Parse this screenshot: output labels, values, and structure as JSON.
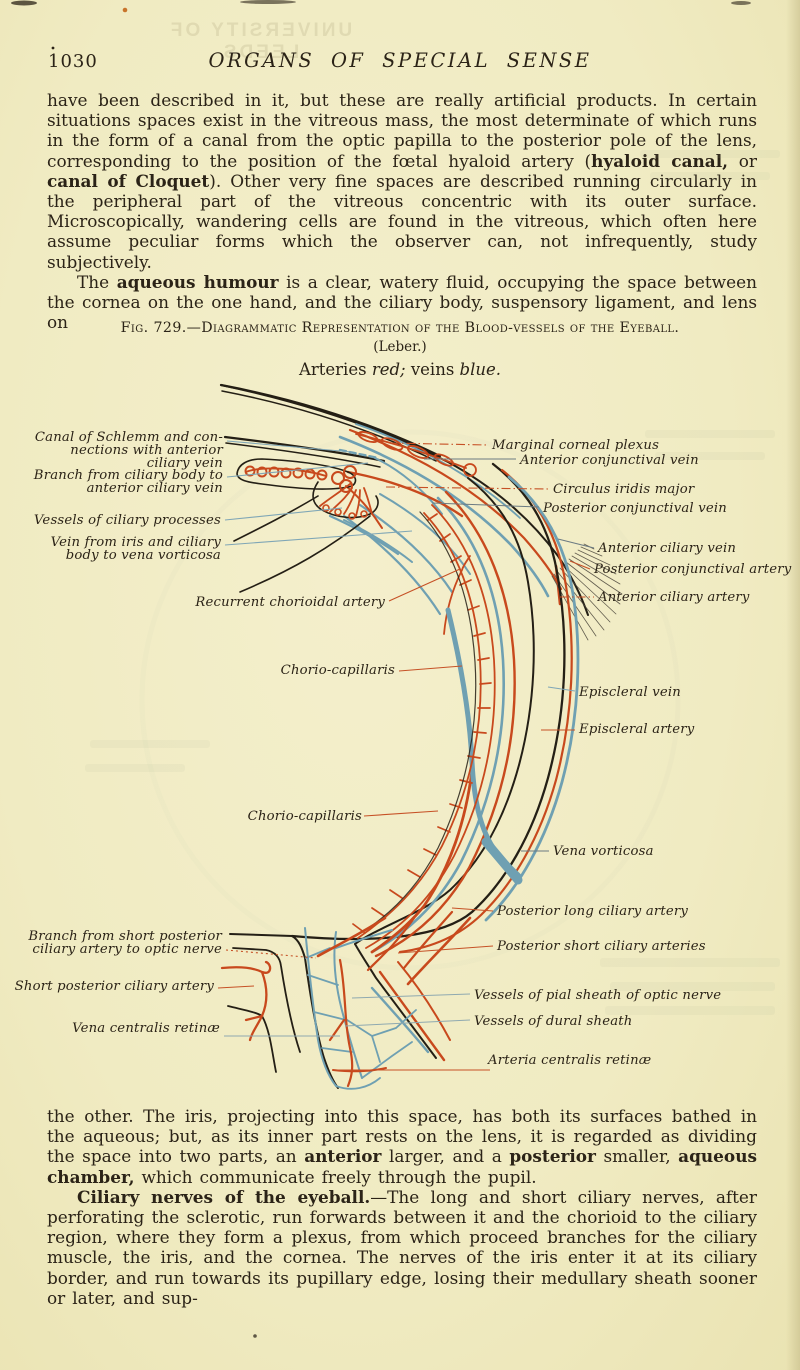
{
  "page": {
    "number": "1030",
    "running_title": "ORGANS OF SPECIAL SENSE",
    "stamp": "UNIVERSITY OF LEEDS"
  },
  "colors": {
    "paper": "#f1ecc5",
    "ink": "#2b2317",
    "artery_red": "#c8491d",
    "vein_blue": "#6fa0b2",
    "outline_black": "#241f15"
  },
  "body": {
    "p1": {
      "segments": [
        {
          "text": "have been described in it, but these are really artificial products.  In certain situations spaces exist in the vitreous mass, the most determinate of which runs in the form of a canal from the optic papilla to the posterior pole of the lens, corresponding to the position of the fœtal hyaloid artery ("
        },
        {
          "text": "hyaloid canal,",
          "bold": true
        },
        {
          "text": " or "
        },
        {
          "text": "canal of Cloquet",
          "bold": true
        },
        {
          "text": ").  Other very fine spaces are described running circularly in the peripheral part of the vitreous concentric with its outer surface.  Microscopically, wandering cells are found in the vitreous, which often here assume peculiar forms which the observer can, not infrequently, study subjectively."
        }
      ]
    },
    "p2": {
      "segments": [
        {
          "text": "The "
        },
        {
          "text": "aqueous humour",
          "bold": true
        },
        {
          "text": " is a clear, watery fluid, occupying the space between the cornea on the one hand, and the ciliary body, suspensory ligament, and lens on"
        }
      ]
    },
    "p3": {
      "segments": [
        {
          "text": "the other.  The iris, projecting into this space, has both its surfaces bathed in the aqueous; but, as its inner part rests on the lens, it is regarded as dividing the space into two parts, an "
        },
        {
          "text": "anterior",
          "bold": true
        },
        {
          "text": " larger, and a "
        },
        {
          "text": "posterior",
          "bold": true
        },
        {
          "text": " smaller, "
        },
        {
          "text": "aqueous chamber,",
          "bold": true
        },
        {
          "text": " which communicate freely through the pupil."
        }
      ]
    },
    "p4": {
      "segments": [
        {
          "text": "Ciliary nerves of the eyeball.",
          "bold": true
        },
        {
          "text": "—The long and short ciliary nerves, after perforating the sclerotic, run forwards between it and the chorioid to the ciliary region, where they form a plexus, from which proceed branches for the ciliary muscle, the iris, and the cornea.  The nerves of the iris enter it at its ciliary border, and run towards its pupillary edge, losing their medullary sheath sooner or later, and sup-"
        }
      ]
    }
  },
  "figure": {
    "caption": "Fig. 729.—Diagrammatic Representation of the Blood-vessels of the Eyeball.",
    "credit": "(Leber.)",
    "legend": {
      "segments": [
        {
          "text": "Arteries "
        },
        {
          "text": "red;",
          "italic": true
        },
        {
          "text": "  veins "
        },
        {
          "text": "blue.",
          "italic": true
        }
      ]
    },
    "labels": {
      "schlemm1": "Canal of Schlemm and con-",
      "schlemm2": "nections with anterior",
      "schlemm3": "ciliary vein",
      "branch_ciliary1": "Branch from ciliary body to",
      "branch_ciliary2": "anterior ciliary vein",
      "vessels_ciliary": "Vessels of ciliary processes",
      "vein_iris1": "Vein from iris and ciliary",
      "vein_iris2": "body to vena vorticosa",
      "recurrent": "Recurrent chorioidal artery",
      "choriocap1": "Chorio-capillaris",
      "choriocap2": "Chorio-capillaris",
      "branch_short1": "Branch from short posterior",
      "branch_short2": "ciliary artery to optic nerve",
      "short_post": "Short posterior ciliary artery",
      "vena_centralis": "Vena centralis retinæ",
      "marginal": "Marginal corneal plexus",
      "ant_conj_vein": "Anterior conjunctival vein",
      "circulus": "Circulus iridis major",
      "post_conj_vein": "Posterior conjunctival vein",
      "ant_ciliary_vein": "Anterior ciliary vein",
      "post_conj_artery": "Posterior conjunctival artery",
      "ant_ciliary_artery": "Anterior ciliary artery",
      "episcleral_vein": "Episcleral vein",
      "episcleral_artery": "Episcleral artery",
      "vena_vorticosa": "Vena vorticosa",
      "post_long": "Posterior long ciliary artery",
      "post_short": "Posterior short ciliary arteries",
      "pial": "Vessels of pial sheath of optic nerve",
      "dural": "Vessels of dural sheath",
      "art_centralis": "Arteria centralis retinæ"
    }
  }
}
